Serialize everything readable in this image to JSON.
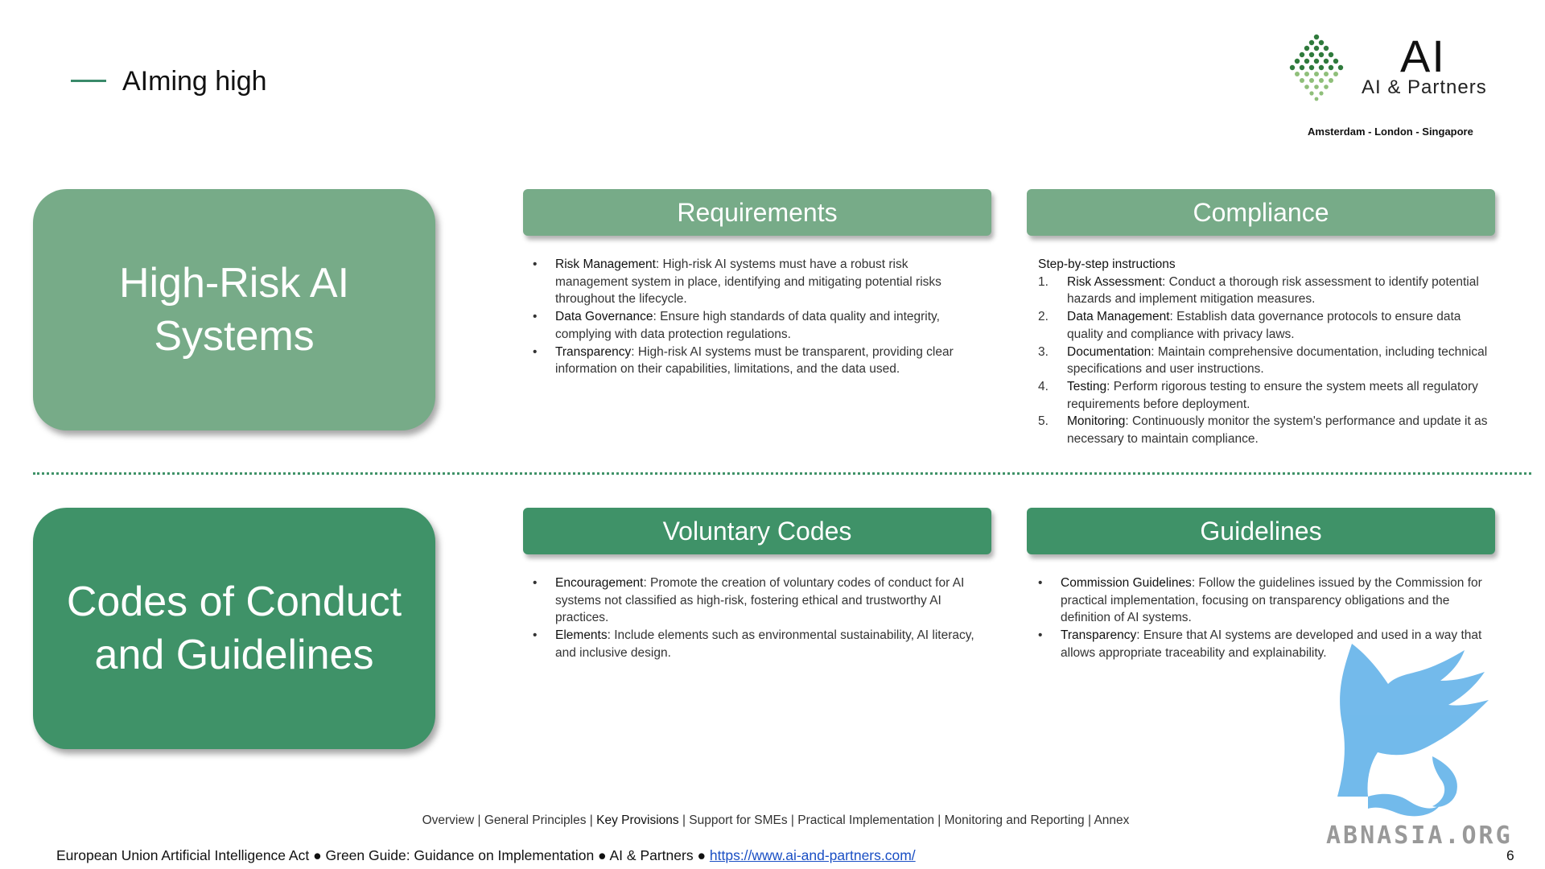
{
  "header": {
    "title": "AIming high"
  },
  "logo": {
    "mark": "AI",
    "name": "AI & Partners",
    "cities": "Amsterdam - London - Singapore"
  },
  "sections": {
    "high_risk": {
      "title": "High-Risk AI Systems"
    },
    "codes": {
      "title": "Codes of Conduct and Guidelines"
    }
  },
  "requirements": {
    "title": "Requirements",
    "bullet": "•",
    "items": [
      {
        "key": "Risk Management",
        "text": ": High-risk AI systems must have a robust risk management system in place, identifying and mitigating potential risks throughout the lifecycle."
      },
      {
        "key": "Data Governance",
        "text": ": Ensure high standards of data quality and integrity, complying with data protection regulations."
      },
      {
        "key": "Transparency",
        "text": ": High-risk AI systems must be transparent, providing clear information on their capabilities, limitations, and the data used."
      }
    ]
  },
  "compliance": {
    "title": "Compliance",
    "intro": "Step-by-step instructions",
    "items": [
      {
        "num": "1.",
        "key": "Risk Assessment",
        "text": ": Conduct a thorough risk assessment to identify potential hazards and implement mitigation measures."
      },
      {
        "num": "2.",
        "key": "Data Management",
        "text": ": Establish data governance protocols to ensure data quality and compliance with privacy laws."
      },
      {
        "num": "3.",
        "key": "Documentation",
        "text": ": Maintain comprehensive documentation, including technical specifications and user instructions."
      },
      {
        "num": "4.",
        "key": "Testing",
        "text": ": Perform rigorous testing to ensure the system meets all regulatory requirements before deployment."
      },
      {
        "num": "5.",
        "key": "Monitoring",
        "text": ": Continuously monitor the system's performance and update it as necessary to maintain compliance."
      }
    ]
  },
  "voluntary": {
    "title": "Voluntary Codes",
    "bullet": "•",
    "items": [
      {
        "key": "Encouragement",
        "text": ": Promote the creation of voluntary codes of conduct for AI systems not classified as high-risk, fostering ethical and trustworthy AI practices."
      },
      {
        "key": "Elements",
        "text": ": Include elements such as environmental sustainability, AI literacy, and inclusive design."
      }
    ]
  },
  "guidelines": {
    "title": "Guidelines",
    "bullet": "•",
    "items": [
      {
        "key": "Commission Guidelines",
        "text": ": Follow the guidelines issued by the Commission for practical implementation, focusing on transparency obligations and the definition of AI systems."
      },
      {
        "key": "Transparency",
        "text": ": Ensure that AI systems are developed and used in a way that allows appropriate traceability and explainability."
      }
    ]
  },
  "nav": {
    "sep": " | ",
    "items": [
      "Overview",
      "General Principles",
      "Key Provisions",
      "Support for SMEs",
      "Practical Implementation",
      "Monitoring and Reporting",
      "Annex"
    ]
  },
  "footer": {
    "text": "European Union Artificial Intelligence Act ● Green Guide: Guidance on Implementation ● AI & Partners ● ",
    "link": "https://www.ai-and-partners.com/",
    "page": "6"
  },
  "watermark": {
    "text": "ABNASIA.ORG"
  }
}
